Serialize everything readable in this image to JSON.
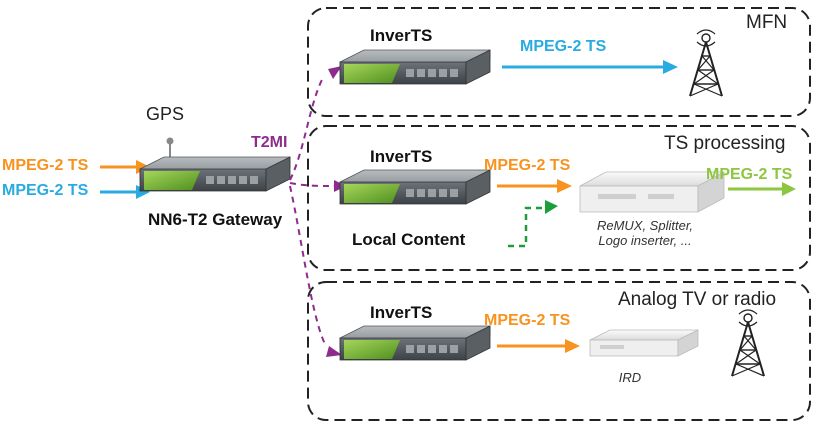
{
  "colors": {
    "orange": "#f7931e",
    "blue": "#29abe2",
    "purple": "#8e2c8e",
    "green_dashed": "#1a9e3a",
    "light_green": "#8dc63f",
    "box_border": "#222222"
  },
  "boxes": {
    "mfn": {
      "title": "MFN"
    },
    "ts_processing": {
      "title": "TS processing"
    },
    "analog": {
      "title": "Analog TV or radio"
    }
  },
  "gateway": {
    "label": "NN6-T2 Gateway",
    "gps_label": "GPS",
    "input_1": "MPEG-2 TS",
    "input_2": "MPEG-2 TS",
    "output_label": "T2MI"
  },
  "branches": {
    "mfn": {
      "device": "InverTS",
      "stream": "MPEG-2 TS"
    },
    "ts": {
      "device": "InverTS",
      "stream": "MPEG-2 TS",
      "local_content": "Local Content",
      "processor_caption": "ReMUX, Splitter,\nLogo inserter, ...",
      "output": "MPEG-2 TS"
    },
    "analog": {
      "device": "InverTS",
      "stream": "MPEG-2 TS",
      "receiver_caption": "IRD"
    }
  },
  "icons": [
    "gps-antenna-icon",
    "tower-icon",
    "rack-device-icon",
    "server-icon",
    "ird-icon"
  ]
}
